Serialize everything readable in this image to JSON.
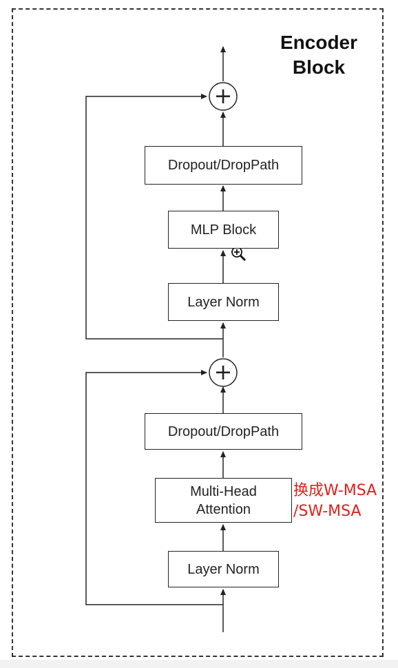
{
  "title": "Encoder Block",
  "boxes": {
    "dropout_top": "Dropout/DropPath",
    "mlp_block": "MLP Block",
    "layer_norm_top": "Layer Norm",
    "dropout_bottom": "Dropout/DropPath",
    "attention": "Multi-Head Attention",
    "layer_norm_bottom": "Layer Norm"
  },
  "add_symbol": "+",
  "annotation": [
    "换成W-MSA",
    "/SW-MSA"
  ],
  "colors": {
    "stroke": "#222222",
    "annotation": "#e0201a"
  },
  "icons": [
    "zoom-cursor-icon"
  ]
}
